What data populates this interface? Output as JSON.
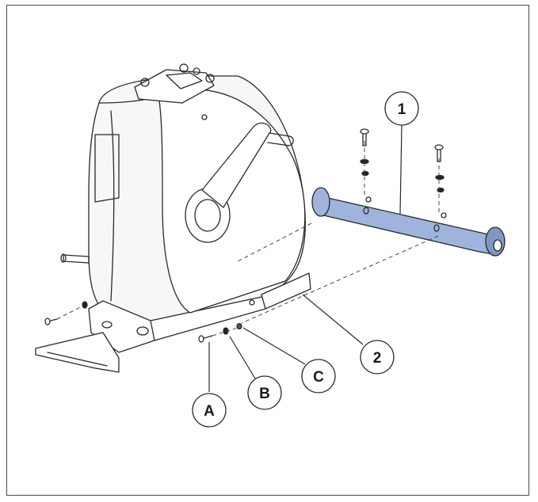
{
  "callouts": {
    "c1": "1",
    "c2": "2",
    "cA": "A",
    "cB": "B",
    "cC": "C"
  },
  "colors": {
    "line": "#2a2a2a",
    "tube": "#9fb4dc",
    "tube_dark": "#7f96c6",
    "body": "#ffffff"
  },
  "icons": {
    "frame": "exercise-bike-housing",
    "part": "stabilizer-tube"
  }
}
